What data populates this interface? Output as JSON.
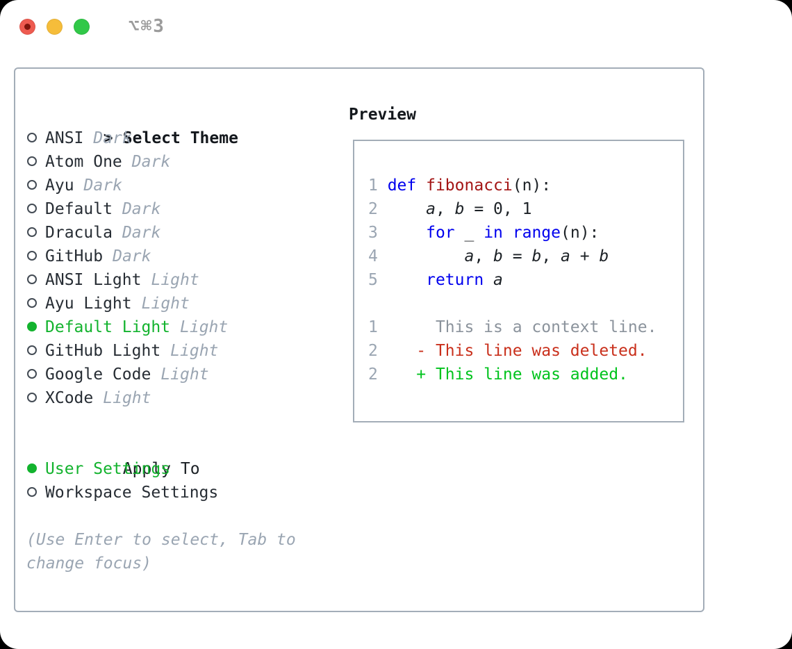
{
  "window": {
    "title": "⌥⌘3"
  },
  "theme_select": {
    "prompt": ">",
    "title": "Select Theme",
    "items": [
      {
        "name": "ANSI",
        "variant": "Dark",
        "selected": false
      },
      {
        "name": "Atom One",
        "variant": "Dark",
        "selected": false
      },
      {
        "name": "Ayu",
        "variant": "Dark",
        "selected": false
      },
      {
        "name": "Default",
        "variant": "Dark",
        "selected": false
      },
      {
        "name": "Dracula",
        "variant": "Dark",
        "selected": false
      },
      {
        "name": "GitHub",
        "variant": "Dark",
        "selected": false
      },
      {
        "name": "ANSI Light",
        "variant": "Light",
        "selected": false
      },
      {
        "name": "Ayu Light",
        "variant": "Light",
        "selected": false
      },
      {
        "name": "Default Light",
        "variant": "Light",
        "selected": true
      },
      {
        "name": "GitHub Light",
        "variant": "Light",
        "selected": false
      },
      {
        "name": "Google Code",
        "variant": "Light",
        "selected": false
      },
      {
        "name": "XCode",
        "variant": "Light",
        "selected": false
      }
    ]
  },
  "apply_to": {
    "title": "Apply To",
    "options": [
      {
        "label": "User Settings",
        "selected": true
      },
      {
        "label": "Workspace Settings",
        "selected": false
      }
    ]
  },
  "hint": "(Use Enter to select, Tab to change focus)",
  "preview": {
    "title": "Preview",
    "code_lines": [
      {
        "num": "1",
        "tokens": [
          {
            "t": "def",
            "c": "kw"
          },
          {
            "t": " ",
            "c": "pl"
          },
          {
            "t": "fibonacci",
            "c": "fn"
          },
          {
            "t": "(n):",
            "c": "pl"
          }
        ]
      },
      {
        "num": "2",
        "tokens": [
          {
            "t": "    ",
            "c": "pl"
          },
          {
            "t": "a",
            "c": "var"
          },
          {
            "t": ", ",
            "c": "pl"
          },
          {
            "t": "b",
            "c": "var"
          },
          {
            "t": " = 0, 1",
            "c": "pl"
          }
        ]
      },
      {
        "num": "3",
        "tokens": [
          {
            "t": "    ",
            "c": "pl"
          },
          {
            "t": "for",
            "c": "kw"
          },
          {
            "t": " _ ",
            "c": "pl"
          },
          {
            "t": "in",
            "c": "kw"
          },
          {
            "t": " ",
            "c": "pl"
          },
          {
            "t": "range",
            "c": "kw"
          },
          {
            "t": "(n):",
            "c": "pl"
          }
        ]
      },
      {
        "num": "4",
        "tokens": [
          {
            "t": "        ",
            "c": "pl"
          },
          {
            "t": "a",
            "c": "var"
          },
          {
            "t": ", ",
            "c": "pl"
          },
          {
            "t": "b",
            "c": "var"
          },
          {
            "t": " = ",
            "c": "pl"
          },
          {
            "t": "b",
            "c": "var"
          },
          {
            "t": ", ",
            "c": "pl"
          },
          {
            "t": "a",
            "c": "var"
          },
          {
            "t": " + ",
            "c": "pl"
          },
          {
            "t": "b",
            "c": "var"
          }
        ]
      },
      {
        "num": "5",
        "tokens": [
          {
            "t": "    ",
            "c": "pl"
          },
          {
            "t": "return",
            "c": "kw"
          },
          {
            "t": " ",
            "c": "pl"
          },
          {
            "t": "a",
            "c": "var"
          }
        ]
      }
    ],
    "diff_lines": [
      {
        "num": "1",
        "marker": " ",
        "kind": "context",
        "text": "This is a context line."
      },
      {
        "num": "2",
        "marker": "-",
        "kind": "deleted",
        "text": "This line was deleted."
      },
      {
        "num": "2",
        "marker": "+",
        "kind": "added",
        "text": "This line was added."
      }
    ]
  },
  "colors": {
    "selected_green": "#13b32e",
    "added_green": "#00c31d",
    "deleted_red": "#c9301c",
    "keyword_blue": "#0000ee",
    "function_red": "#a31515",
    "dim_gray": "#9aa5b2",
    "border_gray": "#a3adb8",
    "context_gray": "#8b939c",
    "linenum_gray": "#9aa5b2",
    "traffic_red": "#ee5b50",
    "traffic_yellow": "#f6bd3a",
    "traffic_green": "#31c848"
  }
}
